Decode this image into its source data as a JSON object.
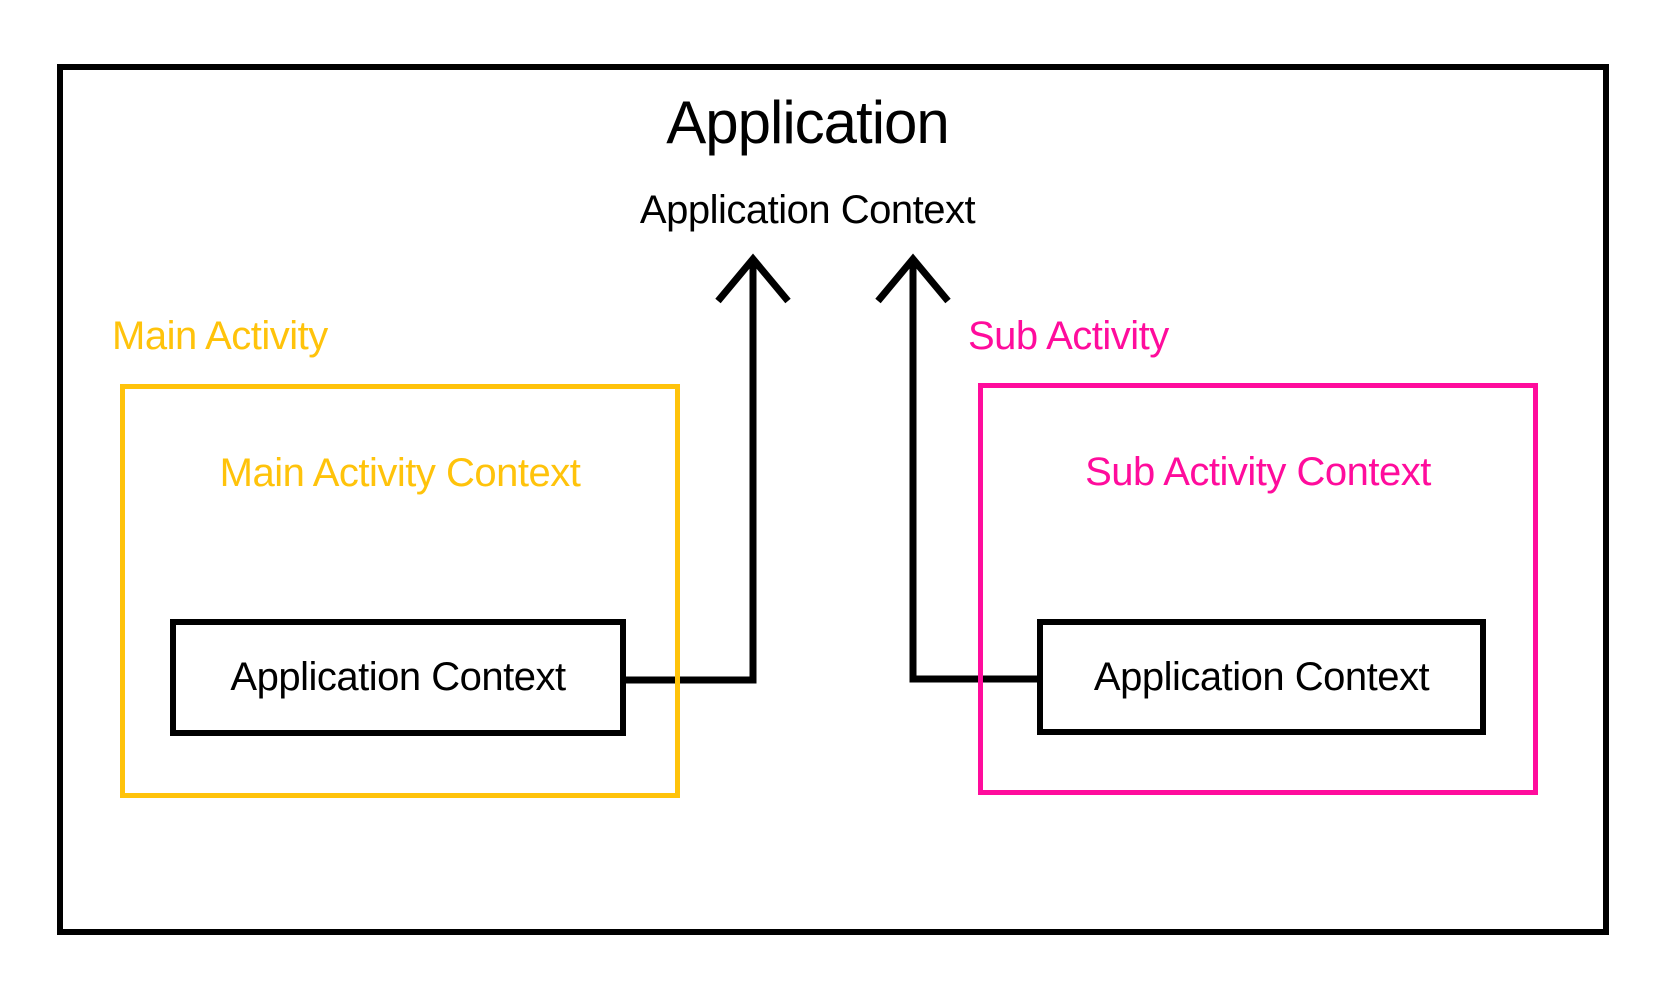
{
  "application": {
    "title": "Application",
    "context_label": "Application Context"
  },
  "main_activity": {
    "label": "Main Activity",
    "context_label": "Main Activity Context",
    "app_context_label": "Application Context"
  },
  "sub_activity": {
    "label": "Sub Activity",
    "context_label": "Sub Activity Context",
    "app_context_label": "Application Context"
  },
  "colors": {
    "main_activity": "#FFC30B",
    "sub_activity": "#FF0C9C",
    "outline": "#000000",
    "background": "#FFFFFF"
  }
}
